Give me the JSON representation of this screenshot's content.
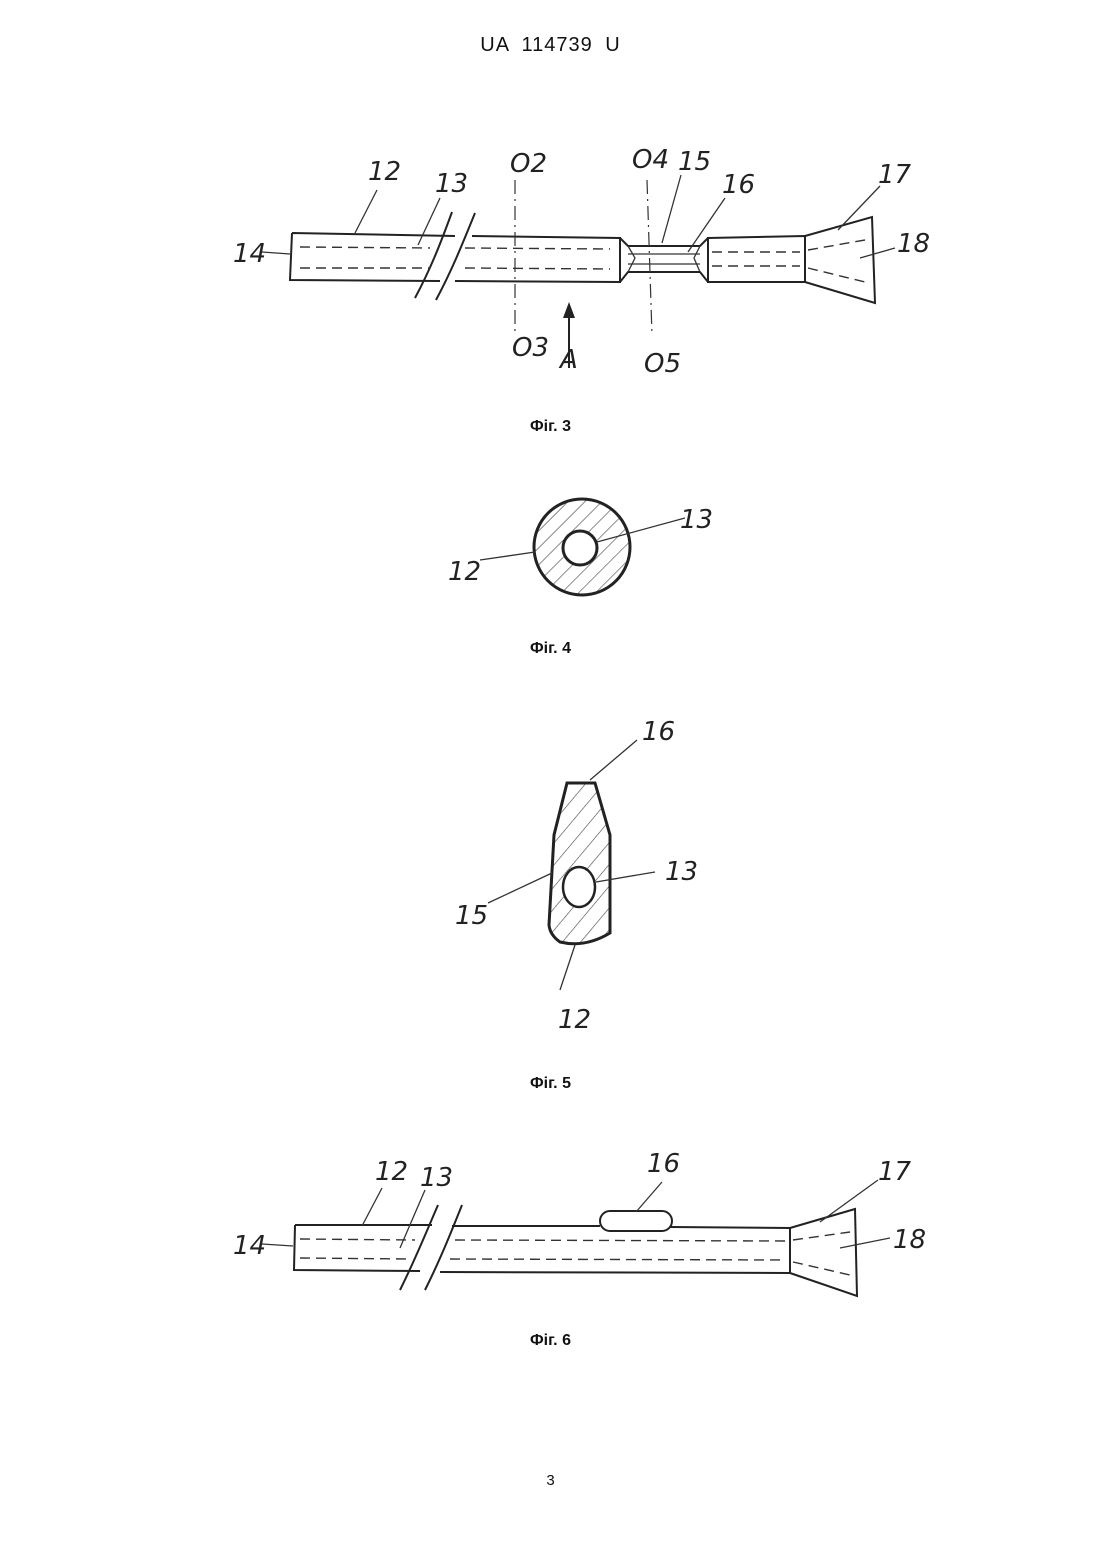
{
  "header": {
    "doc_number": "UA 114739 U"
  },
  "figures": [
    {
      "caption": "Фіг. 3",
      "labels": {
        "l12": "12",
        "l13": "13",
        "l14": "14",
        "l15": "15",
        "l16": "16",
        "l17": "17",
        "l18": "18",
        "o2": "O2",
        "o3": "O3",
        "o4": "O4",
        "o5": "O5",
        "a": "A"
      }
    },
    {
      "caption": "Фіг. 4",
      "labels": {
        "l12": "12",
        "l13": "13"
      }
    },
    {
      "caption": "Фіг. 5",
      "labels": {
        "l16": "16",
        "l13": "13",
        "l15": "15",
        "l12": "12"
      }
    },
    {
      "caption": "Фіг. 6",
      "labels": {
        "l12": "12",
        "l13": "13",
        "l14": "14",
        "l16": "16",
        "l17": "17",
        "l18": "18"
      }
    }
  ],
  "footer": {
    "page_number": "3"
  }
}
